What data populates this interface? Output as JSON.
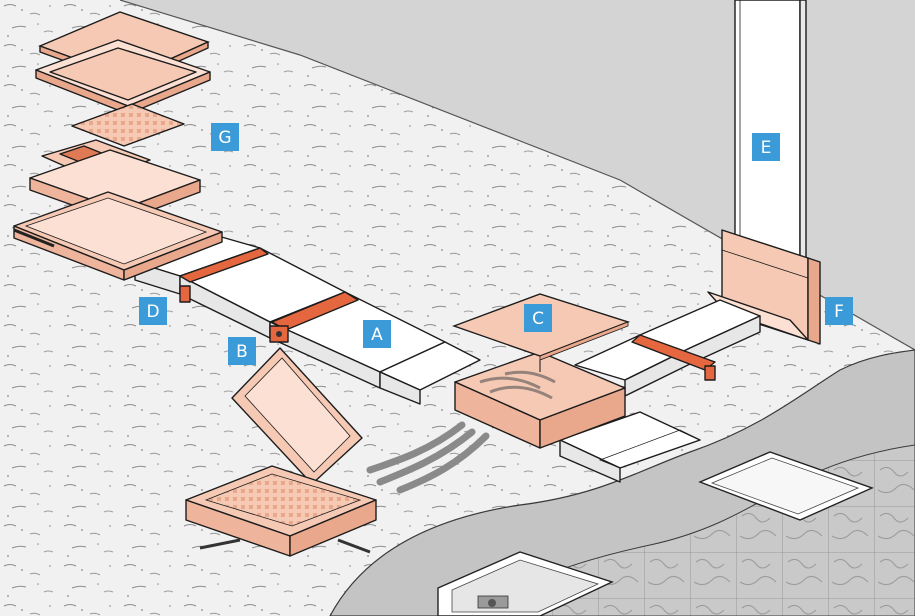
{
  "labels": [
    {
      "id": "A",
      "text": "A"
    },
    {
      "id": "B",
      "text": "B"
    },
    {
      "id": "C",
      "text": "C"
    },
    {
      "id": "D",
      "text": "D"
    },
    {
      "id": "E",
      "text": "E"
    },
    {
      "id": "F",
      "text": "F"
    },
    {
      "id": "G",
      "text": "G"
    }
  ],
  "colors": {
    "label_bg": "#3b9bd8",
    "label_fg": "#ffffff",
    "copper": "#f6c9b4",
    "copper_dark": "#e07a55",
    "band": "#e4673f",
    "slab": "#f2f2f2",
    "wall": "#d2d2d2",
    "screed": "#c8c8c8"
  }
}
